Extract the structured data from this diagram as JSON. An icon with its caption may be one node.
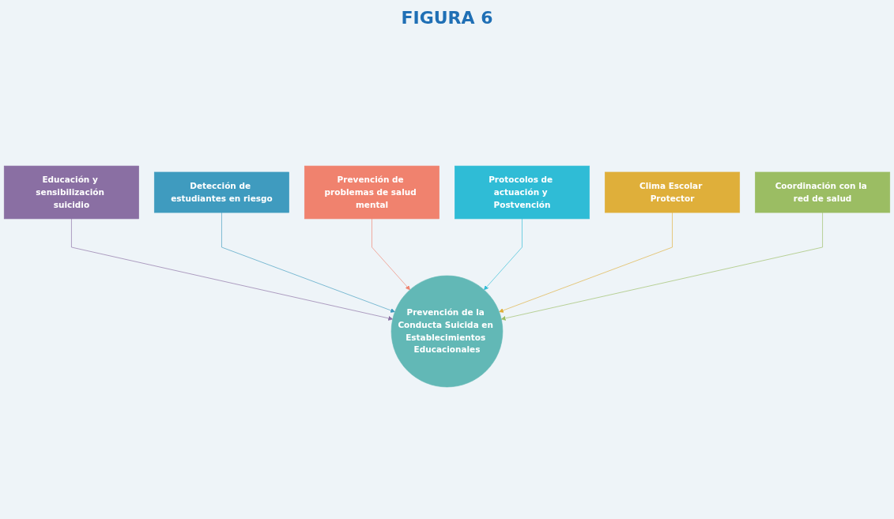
{
  "diagram": {
    "title": "FIGURA 6",
    "nodes": [
      {
        "text": [
          "Educación y sensibilización suicidio"
        ]
      },
      {
        "text": [
          "Detección de estudiantes en riesgo"
        ]
      },
      {
        "text": [
          "Prevención de problemas de salud mental"
        ]
      },
      {
        "text": [
          "Protocolos de actuación y Postvención"
        ]
      },
      {
        "text": [
          "Clima Escolar Protector"
        ]
      },
      {
        "text": [
          "Prevención de la Conducta Suicida en Establecimientos Educacionales"
        ]
      },
      {
        "text": [
          "Coordinación con la red de salud"
        ]
      }
    ],
    "edges": [
      {
        "from": 0,
        "to": 5,
        "arrow": "to",
        "color": "#8a6fa3"
      },
      {
        "from": 1,
        "to": 5,
        "arrow": "to",
        "color": "#3f9bbf"
      },
      {
        "from": 2,
        "to": 5,
        "arrow": "to",
        "color": "#f0826e"
      },
      {
        "from": 3,
        "to": 5,
        "arrow": "to",
        "color": "#2fbcd6"
      },
      {
        "from": 4,
        "to": 5,
        "arrow": "to",
        "color": "#dfaf3a"
      },
      {
        "from": 6,
        "to": 5,
        "arrow": "to",
        "color": "#9bbd63"
      }
    ]
  }
}
